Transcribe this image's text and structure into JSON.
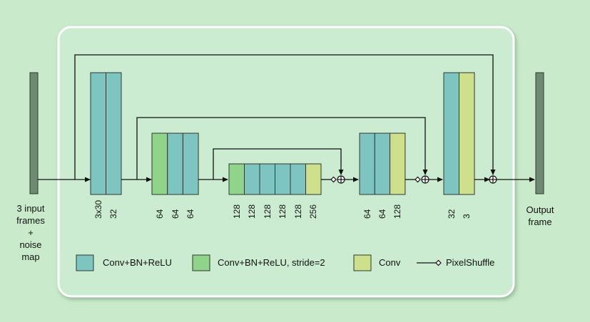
{
  "colors": {
    "background": "#c9ebcb",
    "panel": "#cbecd0",
    "panel_border": "#ffffff",
    "conv_bn_relu": "#7ec4c1",
    "conv_bn_relu_stride2": "#8fd48a",
    "conv": "#cfe08c",
    "frame": "#6f8a72",
    "line": "#111111"
  },
  "input_label": [
    "3 input",
    "frames",
    "+",
    "noise",
    "map"
  ],
  "output_label": [
    "Output",
    "frame"
  ],
  "blocks": [
    {
      "name": "encoder-block-1",
      "layers": [
        {
          "type": "conv_bn_relu",
          "channels": "3x30"
        },
        {
          "type": "conv_bn_relu",
          "channels": "32"
        }
      ]
    },
    {
      "name": "encoder-block-2",
      "layers": [
        {
          "type": "conv_bn_relu_stride2",
          "channels": "64"
        },
        {
          "type": "conv_bn_relu",
          "channels": "64"
        },
        {
          "type": "conv_bn_relu",
          "channels": "64"
        }
      ]
    },
    {
      "name": "bottleneck-block",
      "layers": [
        {
          "type": "conv_bn_relu_stride2",
          "channels": "128"
        },
        {
          "type": "conv_bn_relu",
          "channels": "128"
        },
        {
          "type": "conv_bn_relu",
          "channels": "128"
        },
        {
          "type": "conv_bn_relu",
          "channels": "128"
        },
        {
          "type": "conv_bn_relu",
          "channels": "128"
        },
        {
          "type": "conv",
          "channels": "256"
        }
      ]
    },
    {
      "name": "decoder-block-1",
      "layers": [
        {
          "type": "conv_bn_relu",
          "channels": "64"
        },
        {
          "type": "conv_bn_relu",
          "channels": "64"
        },
        {
          "type": "conv",
          "channels": "128"
        }
      ]
    },
    {
      "name": "decoder-block-2",
      "layers": [
        {
          "type": "conv_bn_relu",
          "channels": "32"
        },
        {
          "type": "conv",
          "channels": "3"
        }
      ]
    }
  ],
  "legend": {
    "conv_bn_relu": "Conv+BN+ReLU",
    "conv_bn_relu_stride2": "Conv+BN+ReLU, stride=2",
    "conv": "Conv",
    "pixelshuffle": "PixelShuffle"
  }
}
